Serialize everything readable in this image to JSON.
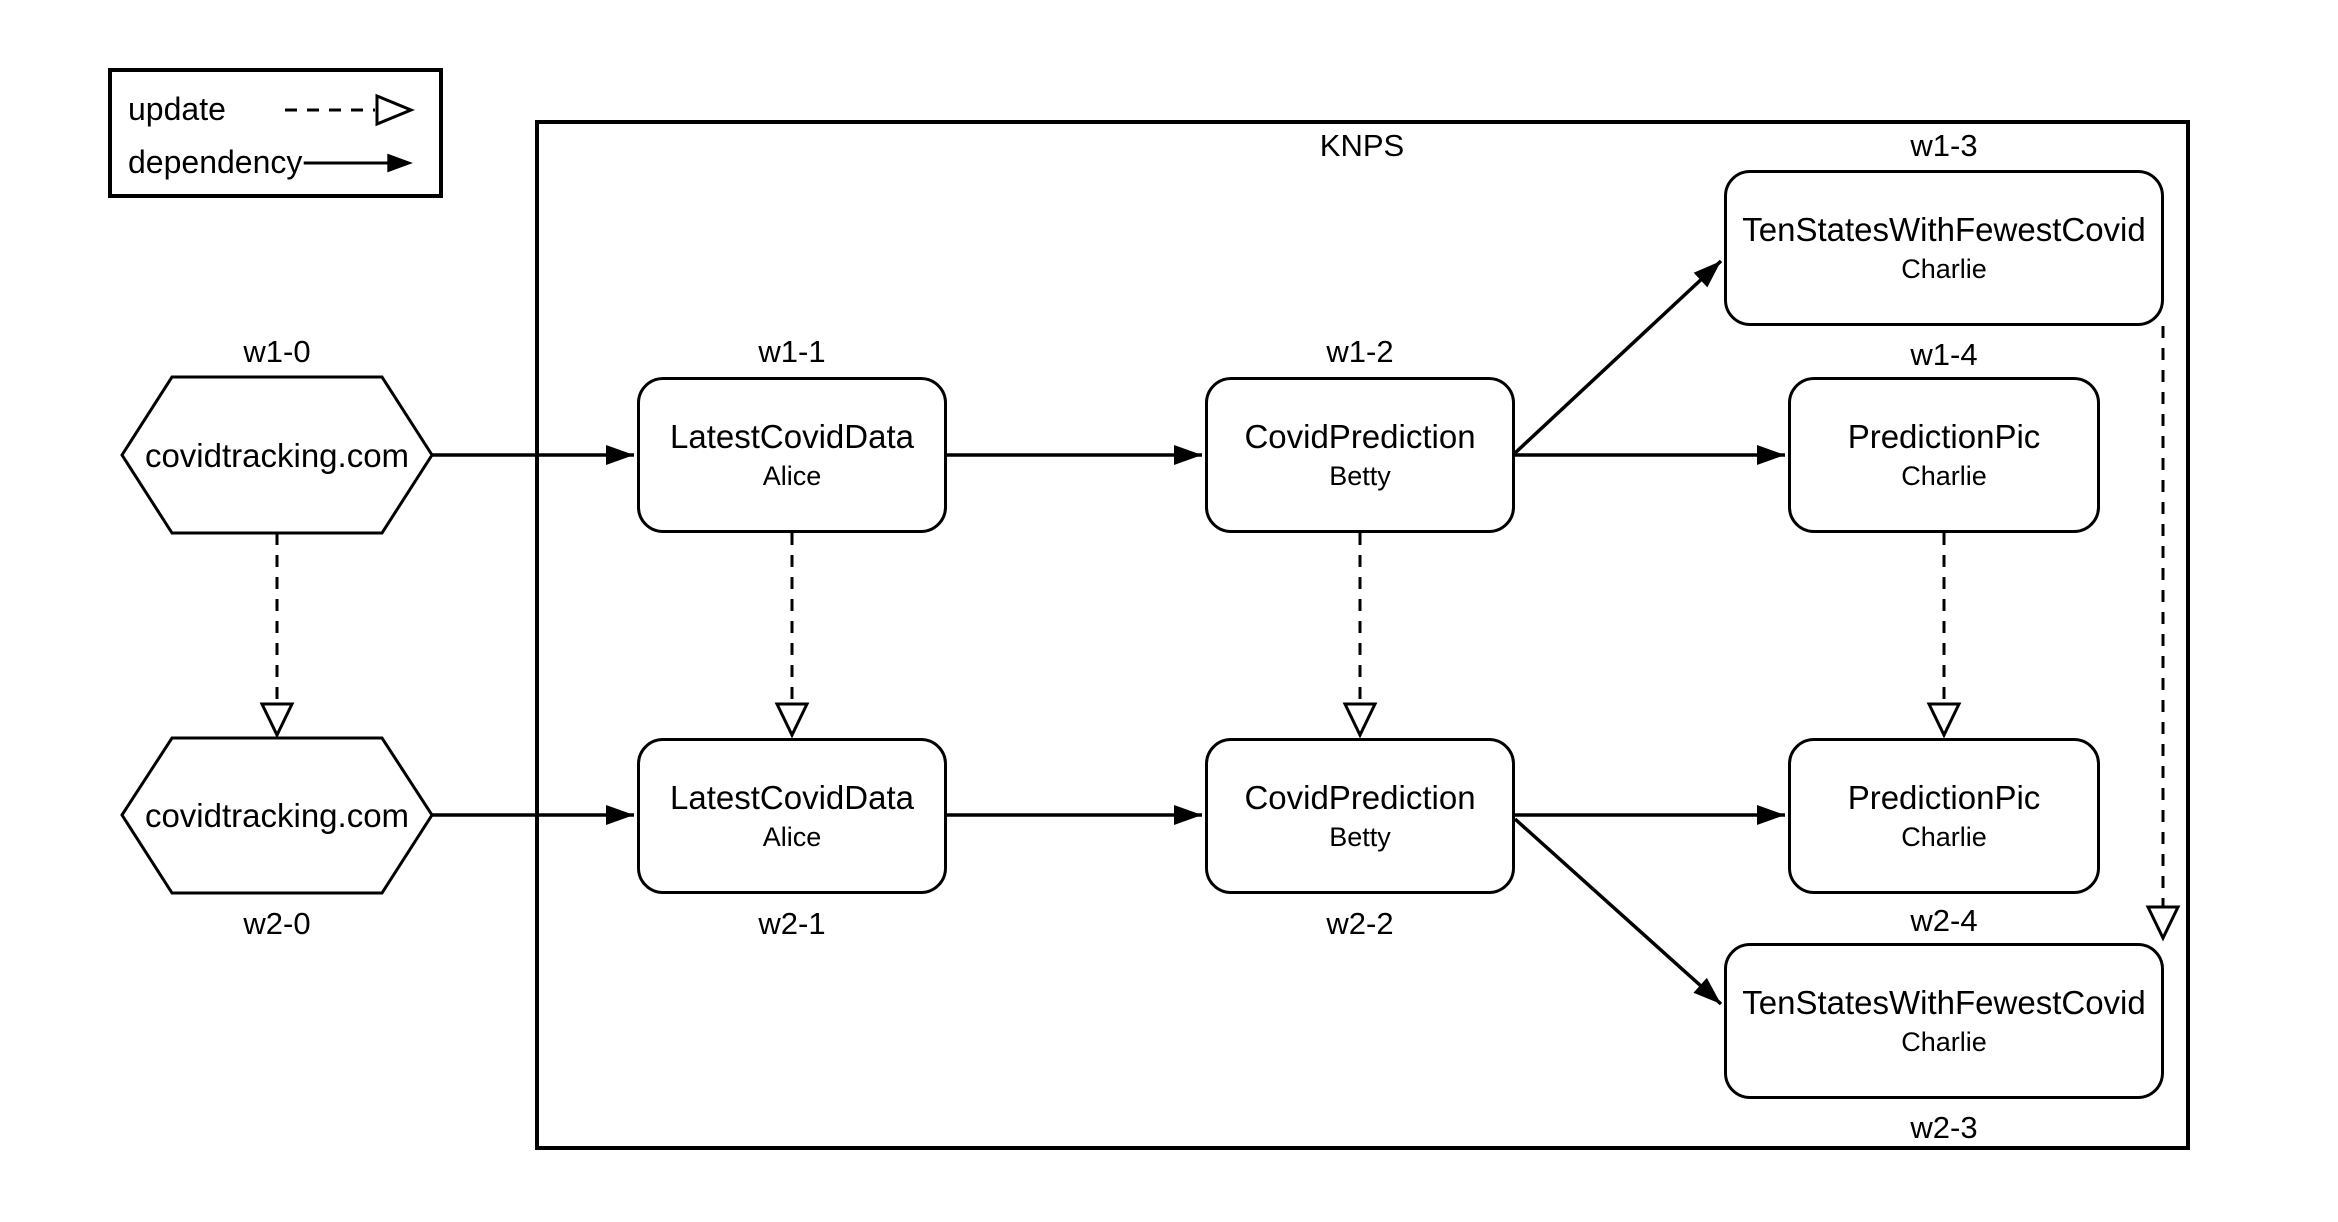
{
  "legend": {
    "update_label": "update",
    "dependency_label": "dependency"
  },
  "container_label": "KNPS",
  "nodes": {
    "w1_0": {
      "tag": "w1-0",
      "title": "covidtracking.com"
    },
    "w1_1": {
      "tag": "w1-1",
      "title": "LatestCovidData",
      "owner": "Alice"
    },
    "w1_2": {
      "tag": "w1-2",
      "title": "CovidPrediction",
      "owner": "Betty"
    },
    "w1_3": {
      "tag": "w1-3",
      "title": "TenStatesWithFewestCovid",
      "owner": "Charlie"
    },
    "w1_4": {
      "tag": "w1-4",
      "title": "PredictionPic",
      "owner": "Charlie"
    },
    "w2_0": {
      "tag": "w2-0",
      "title": "covidtracking.com"
    },
    "w2_1": {
      "tag": "w2-1",
      "title": "LatestCovidData",
      "owner": "Alice"
    },
    "w2_2": {
      "tag": "w2-2",
      "title": "CovidPrediction",
      "owner": "Betty"
    },
    "w2_3": {
      "tag": "w2-3",
      "title": "TenStatesWithFewestCovid",
      "owner": "Charlie"
    },
    "w2_4": {
      "tag": "w2-4",
      "title": "PredictionPic",
      "owner": "Charlie"
    }
  },
  "edges": {
    "dependency": [
      {
        "from": "w1-0",
        "to": "w1-1"
      },
      {
        "from": "w1-1",
        "to": "w1-2"
      },
      {
        "from": "w1-2",
        "to": "w1-3"
      },
      {
        "from": "w1-2",
        "to": "w1-4"
      },
      {
        "from": "w2-0",
        "to": "w2-1"
      },
      {
        "from": "w2-1",
        "to": "w2-2"
      },
      {
        "from": "w2-2",
        "to": "w2-4"
      },
      {
        "from": "w2-2",
        "to": "w2-3"
      }
    ],
    "update": [
      {
        "from": "w1-0",
        "to": "w2-0"
      },
      {
        "from": "w1-1",
        "to": "w2-1"
      },
      {
        "from": "w1-2",
        "to": "w2-2"
      },
      {
        "from": "w1-4",
        "to": "w2-4"
      },
      {
        "from": "w1-3",
        "to": "w2-3"
      }
    ]
  },
  "colors": {
    "line": "#000000",
    "node_fill": "#ffffff",
    "background": "#ffffff"
  }
}
